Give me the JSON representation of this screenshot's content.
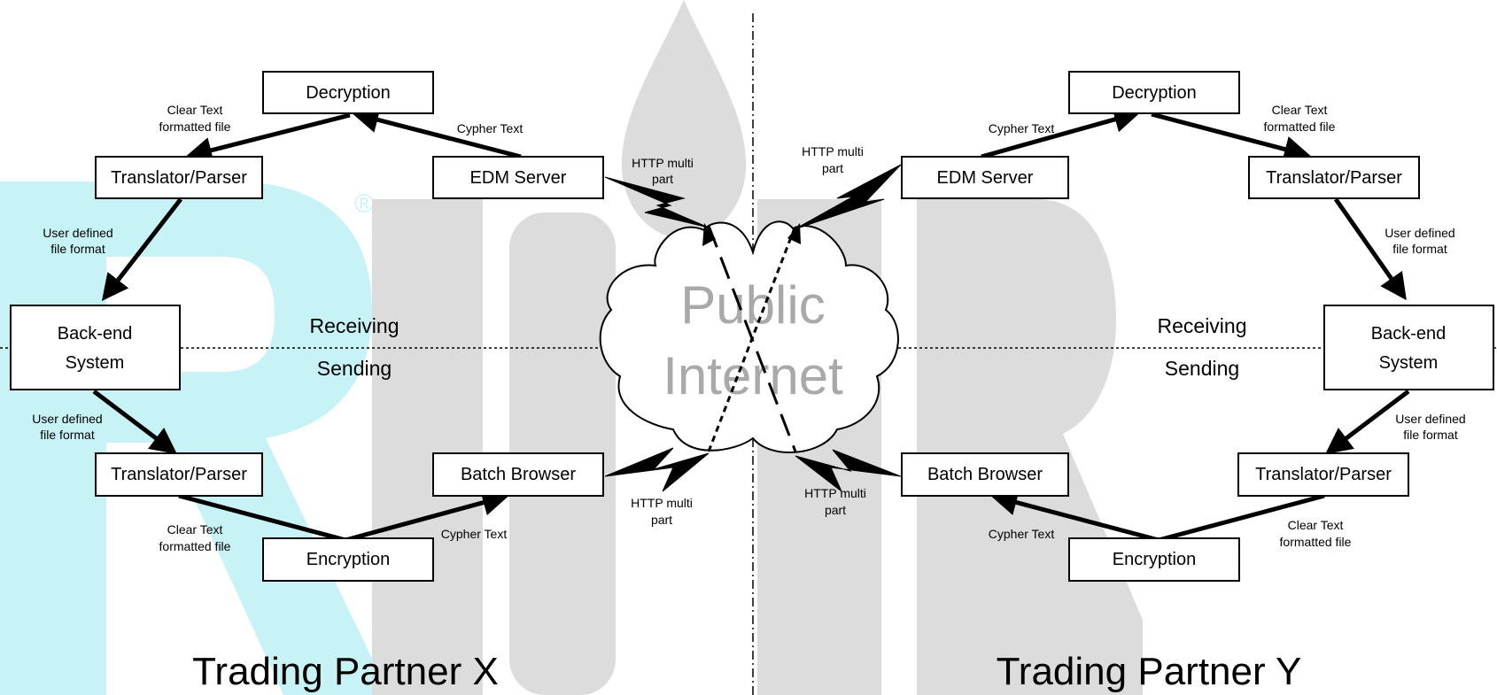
{
  "colors": {
    "watermark_grey": "#dcdcdc",
    "watermark_cyan": "#c7f3f7",
    "cloud_text": "#a9a9a9"
  },
  "cloud": {
    "line1": "Public",
    "line2": "Internet"
  },
  "watermark_mark": "®",
  "partner_x": {
    "title": "Trading Partner X",
    "receiving": "Receiving",
    "sending": "Sending",
    "decryption": "Decryption",
    "translator_top": "Translator/Parser",
    "edm_server": "EDM Server",
    "backend_line1": "Back-end",
    "backend_line2": "System",
    "translator_bottom": "Translator/Parser",
    "batch_browser": "Batch Browser",
    "encryption": "Encryption",
    "clear_text_top": [
      "Clear Text",
      "formatted file"
    ],
    "cypher_text_top": "Cypher Text",
    "user_defined_top": [
      "User defined",
      "file format"
    ],
    "user_defined_bottom": [
      "User defined",
      "file format"
    ],
    "clear_text_bottom": [
      "Clear Text",
      "formatted file"
    ],
    "cypher_text_bottom": "Cypher Text",
    "http_top": [
      "HTTP multi",
      "part"
    ],
    "http_bottom": [
      "HTTP multi",
      "part"
    ]
  },
  "partner_y": {
    "title": "Trading Partner Y",
    "receiving": "Receiving",
    "sending": "Sending",
    "decryption": "Decryption",
    "edm_server": "EDM Server",
    "translator_top": "Translator/Parser",
    "backend_line1": "Back-end",
    "backend_line2": "System",
    "translator_bottom": "Translator/Parser",
    "batch_browser": "Batch Browser",
    "encryption": "Encryption",
    "cypher_text_top": "Cypher Text",
    "clear_text_top": [
      "Clear Text",
      "formatted file"
    ],
    "user_defined_top": [
      "User defined",
      "file format"
    ],
    "user_defined_bottom": [
      "User defined",
      "file format"
    ],
    "clear_text_bottom": [
      "Clear Text",
      "formatted file"
    ],
    "cypher_text_bottom": "Cypher Text",
    "http_top": [
      "HTTP multi",
      "part"
    ],
    "http_bottom": [
      "HTTP multi",
      "part"
    ]
  }
}
